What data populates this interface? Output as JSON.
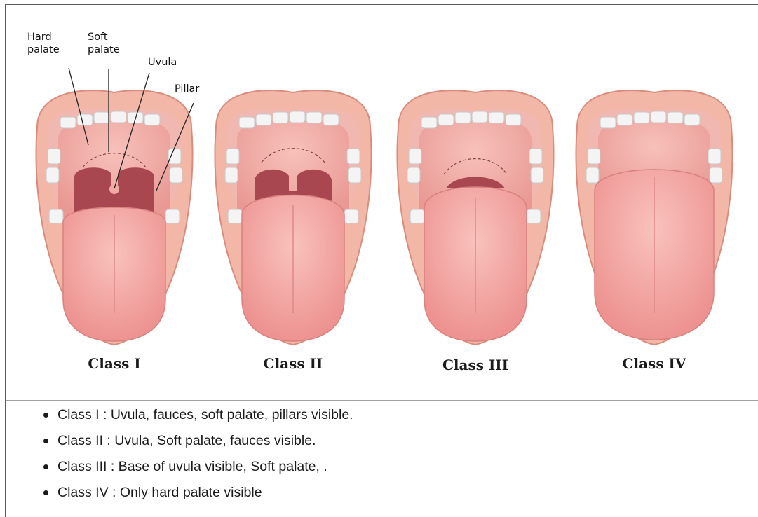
{
  "labels": {
    "hard_palate": "Hard\npalate",
    "soft_palate": "Soft\npalate",
    "uvula": "Uvula",
    "pillar": "Pillar"
  },
  "classes": [
    {
      "label": "Class I"
    },
    {
      "label": "Class II"
    },
    {
      "label": "Class III"
    },
    {
      "label": "Class IV"
    }
  ],
  "bullets": [
    "Class I : Uvula, fauces, soft palate, pillars visible.",
    "Class II : Uvula, Soft palate, fauces visible.",
    "Class III : Base of uvula visible, Soft palate, .",
    "Class IV : Only hard palate visible"
  ],
  "colors": {
    "lip": "#f2b7a6",
    "lip_edge": "#d98c7c",
    "palate": "#f4a9a4",
    "throat": "#a8474f",
    "tongue": "#f3a3a0",
    "tongue_edge": "#d9817f",
    "teeth": "#f4f4f4",
    "gums": "#f1b8b1"
  }
}
